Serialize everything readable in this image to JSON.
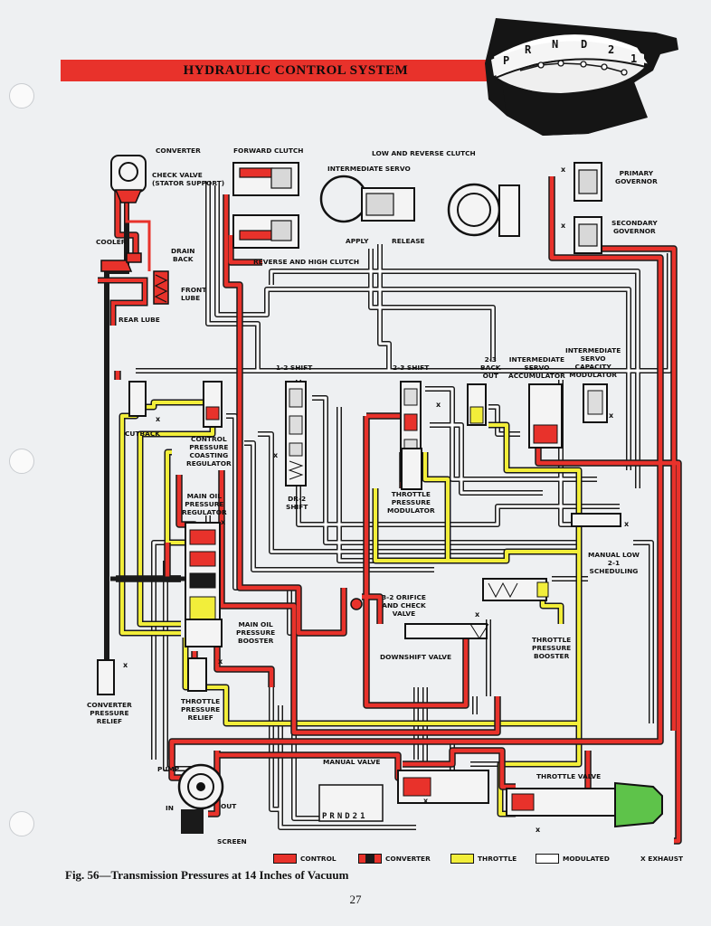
{
  "header": {
    "title": "HYDRAULIC CONTROL SYSTEM"
  },
  "selector_badge": {
    "letters": [
      "P",
      "R",
      "N",
      "D",
      "2",
      "1"
    ]
  },
  "labels": {
    "converter": "CONVERTER",
    "check_valve": "CHECK VALVE\n(STATOR SUPPORT)",
    "cooler": "COOLER",
    "drain_back": "DRAIN\nBACK",
    "front_lube": "FRONT\nLUBE",
    "rear_lube": "REAR LUBE",
    "forward_clutch": "FORWARD CLUTCH",
    "intermediate_servo": "INTERMEDIATE SERVO",
    "low_reverse_clutch": "LOW AND REVERSE CLUTCH",
    "apply": "APPLY",
    "release": "RELEASE",
    "reverse_high_clutch": "REVERSE AND HIGH CLUTCH",
    "primary_governor": "PRIMARY\nGOVERNOR",
    "secondary_governor": "SECONDARY\nGOVERNOR",
    "shift_12": "1-2 SHIFT",
    "shift_23": "2-3 SHIFT",
    "backout_23": "2-3\nBACK\nOUT",
    "int_servo_accumulator": "INTERMEDIATE\nSERVO\nACCUMULATOR",
    "int_servo_capacity_modulator": "INTERMEDIATE\nSERVO\nCAPACITY\nMODULATOR",
    "cutback": "CUTBACK",
    "control_pressure_coasting_regulator": "CONTROL\nPRESSURE\nCOASTING\nREGULATOR",
    "main_oil_pressure_regulator": "MAIN OIL\nPRESSURE\nREGULATOR",
    "dr2_shift": "DR-2\nSHIFT",
    "throttle_pressure_modulator": "THROTTLE\nPRESSURE\nMODULATOR",
    "manual_low_scheduling": "MANUAL LOW\n2-1\nSCHEDULING",
    "orifice_check_valve": "3-2 ORIFICE\nAND CHECK\nVALVE",
    "main_oil_pressure_booster": "MAIN OIL\nPRESSURE\nBOOSTER",
    "downshift_valve": "DOWNSHIFT VALVE",
    "throttle_pressure_booster": "THROTTLE\nPRESSURE\nBOOSTER",
    "converter_pressure_relief": "CONVERTER\nPRESSURE\nRELIEF",
    "throttle_pressure_relief": "THROTTLE\nPRESSURE\nRELIEF",
    "manual_valve": "MANUAL VALVE",
    "throttle_valve": "THROTTLE VALVE",
    "pump": "PUMP",
    "pump_in": "IN",
    "pump_out": "OUT",
    "screen": "SCREEN",
    "manual_positions": "PRND21"
  },
  "legend": {
    "control": "CONTROL",
    "converter": "CONVERTER",
    "throttle": "THROTTLE",
    "modulated": "MODULATED",
    "exhaust": "X EXHAUST"
  },
  "colors": {
    "control": "#e8322b",
    "converter": "#1a1a1a",
    "throttle": "#f2ee3a",
    "modulated": "#ffffff",
    "exhaust_marker": "#111111",
    "governor_green": "#5ec34a"
  },
  "caption": "Fig. 56—Transmission Pressures at 14 Inches of Vacuum",
  "page_number": "27"
}
